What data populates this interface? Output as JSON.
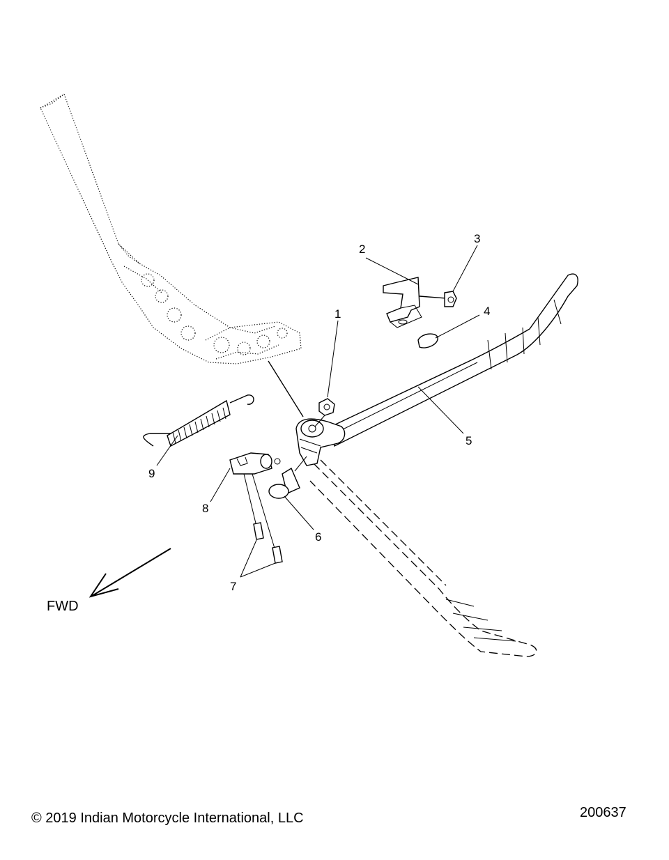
{
  "diagram": {
    "callouts": [
      {
        "id": "c1",
        "label": "1"
      },
      {
        "id": "c2",
        "label": "2"
      },
      {
        "id": "c3",
        "label": "3"
      },
      {
        "id": "c4",
        "label": "4"
      },
      {
        "id": "c5",
        "label": "5"
      },
      {
        "id": "c6",
        "label": "6"
      },
      {
        "id": "c7",
        "label": "7"
      },
      {
        "id": "c8",
        "label": "8"
      },
      {
        "id": "c9",
        "label": "9"
      }
    ],
    "direction_label": "FWD"
  },
  "footer": {
    "copyright": "© 2019 Indian Motorcycle International, LLC",
    "figure_number": "200637"
  }
}
